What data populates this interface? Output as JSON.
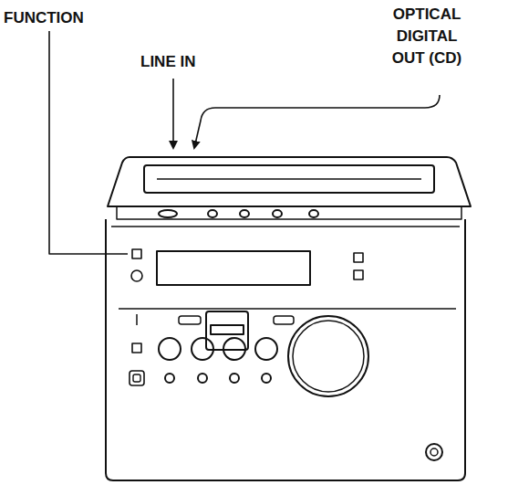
{
  "diagram": {
    "labels": [
      "FUNCTION",
      "LINE IN",
      "OPTICAL DIGITAL OUT (CD)"
    ]
  }
}
